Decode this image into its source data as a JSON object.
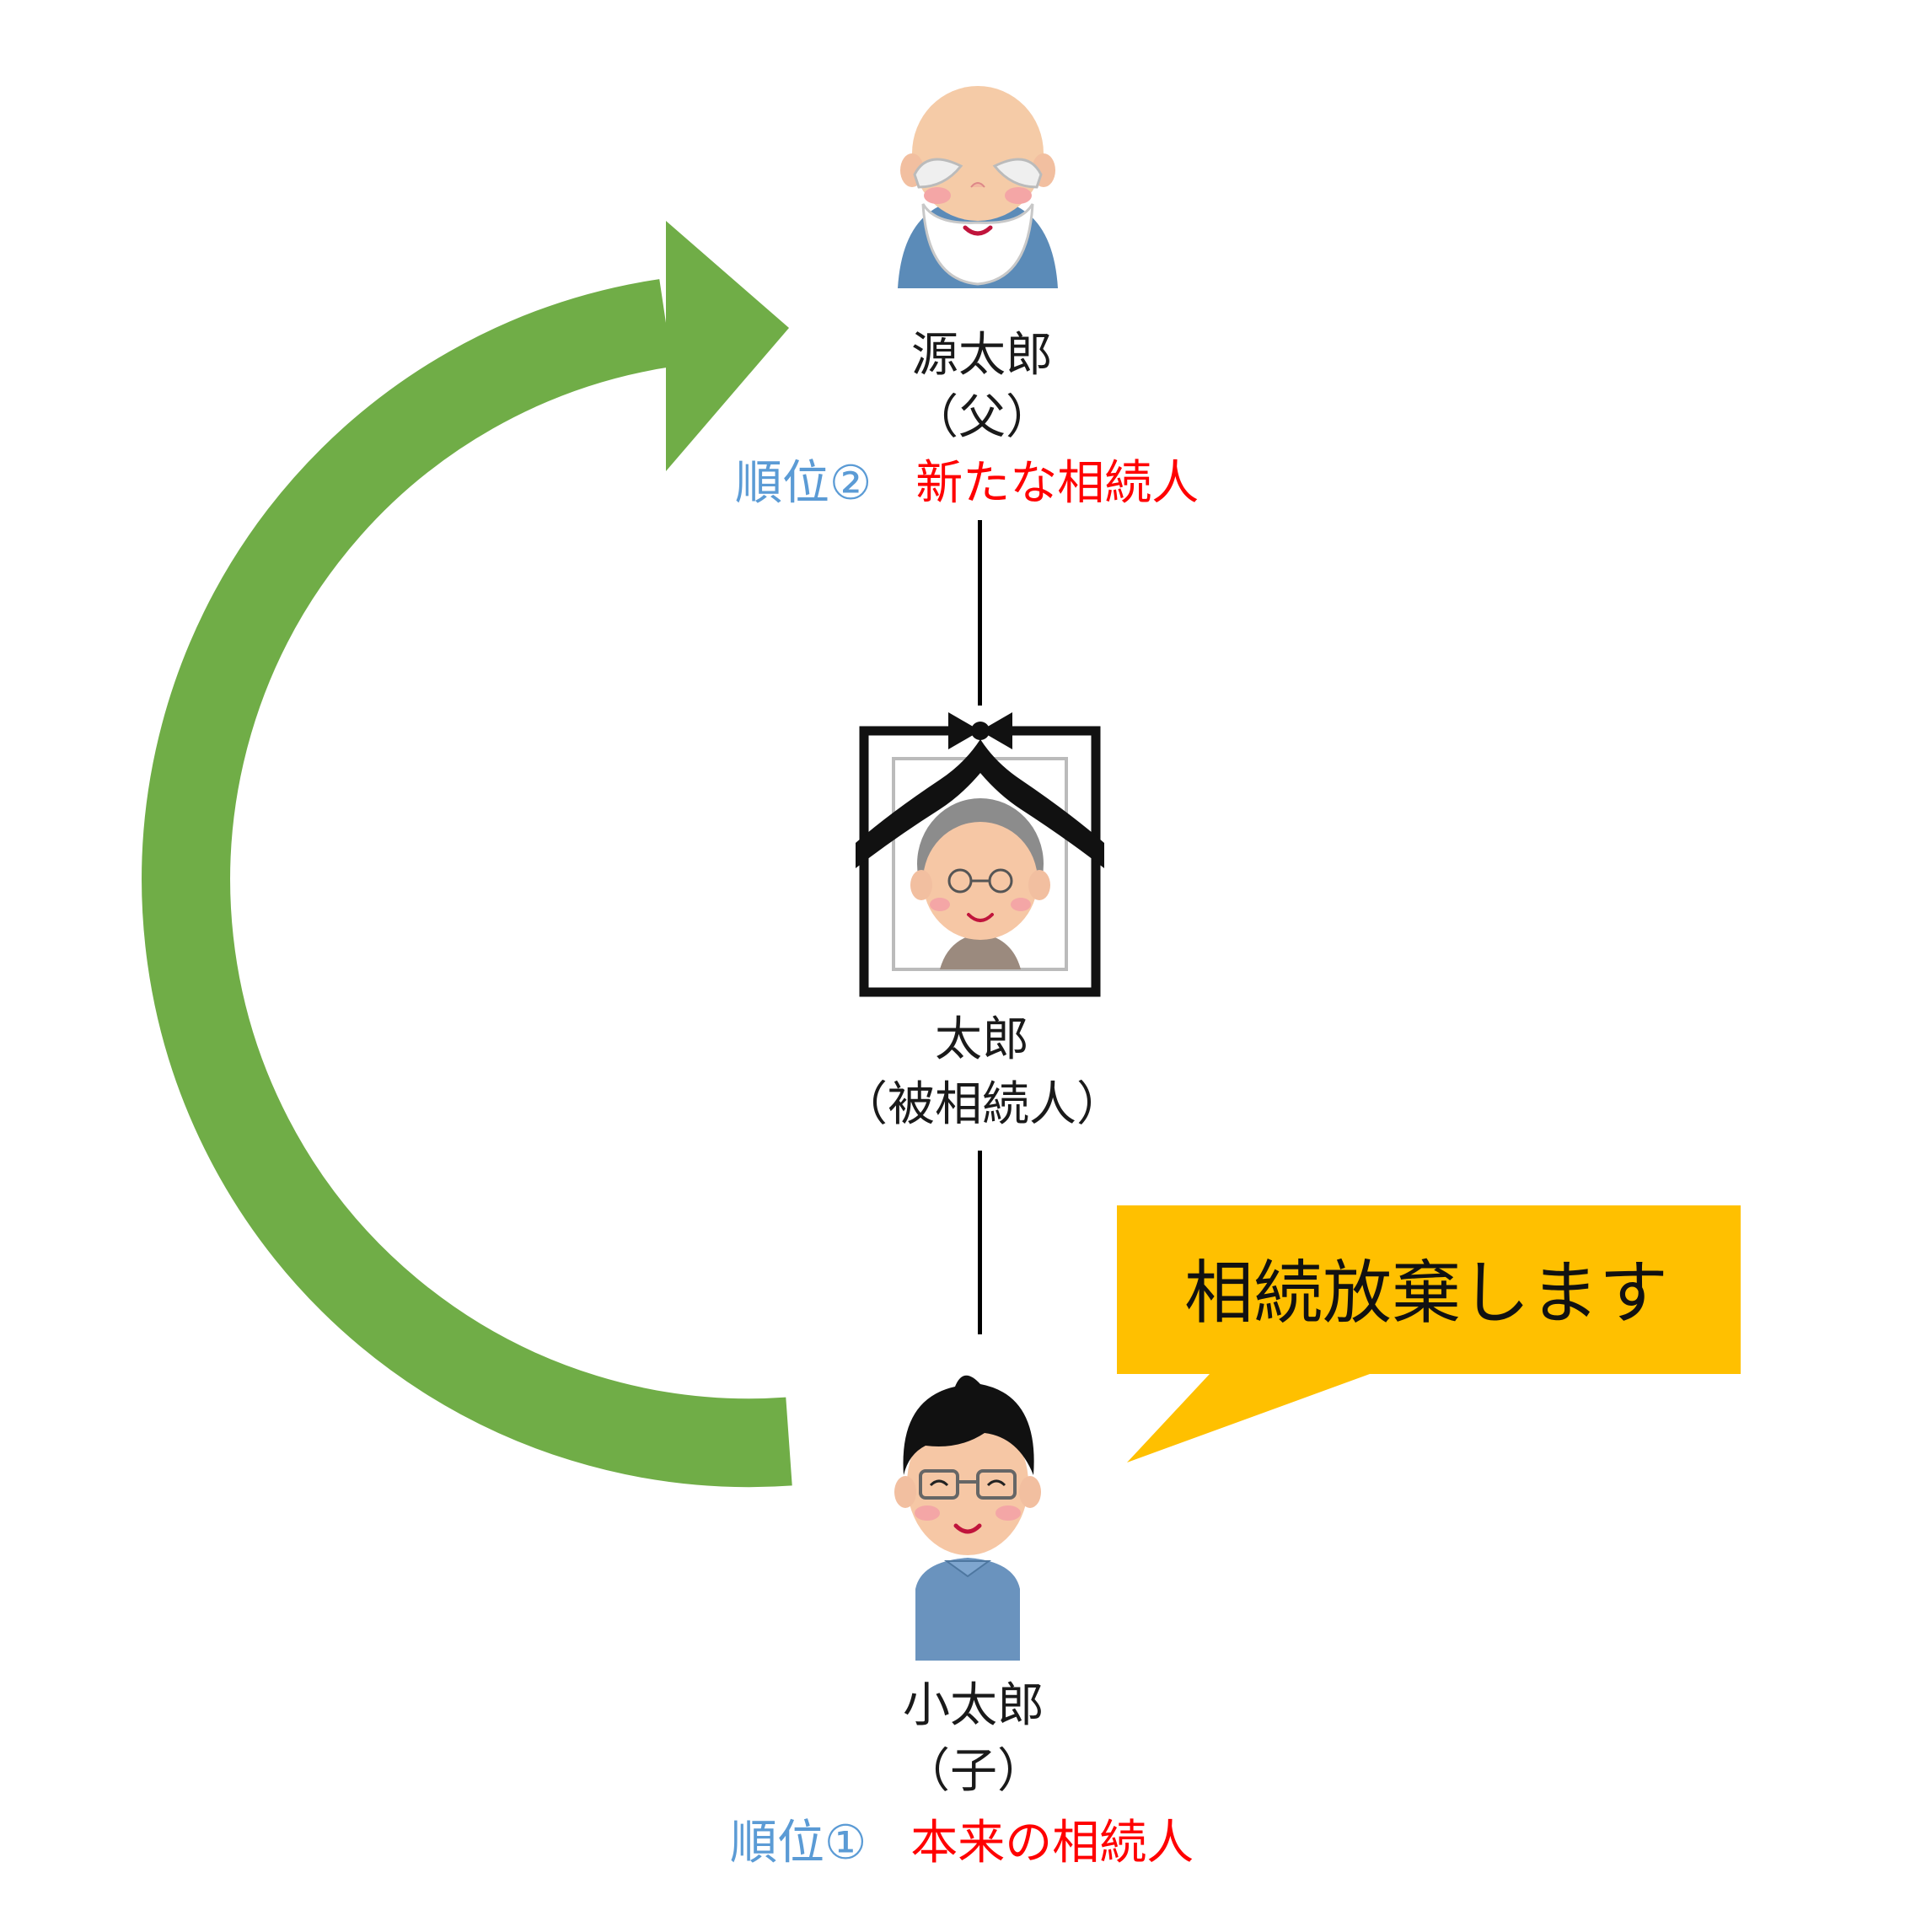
{
  "colors": {
    "arrow": "#70AD47",
    "callout": "#FFC000",
    "rank_label": "#5B9BD5",
    "role_label": "#FF0000",
    "line": "#000000"
  },
  "grandfather": {
    "icon": "grandfather-bald-beard-icon",
    "name": "源太郎",
    "relation": "（父）",
    "rank": "順位②",
    "role": "新たな相続人"
  },
  "deceased": {
    "icon": "memorial-portrait-icon",
    "name": "太郎",
    "relation": "（被相続人）"
  },
  "child": {
    "icon": "man-glasses-icon",
    "name": "小太郎",
    "relation": "（子）",
    "rank": "順位①",
    "role": "本来の相続人"
  },
  "callout": {
    "text": "相続放棄します"
  },
  "arrow": {
    "icon": "curved-arrow-up-icon"
  }
}
